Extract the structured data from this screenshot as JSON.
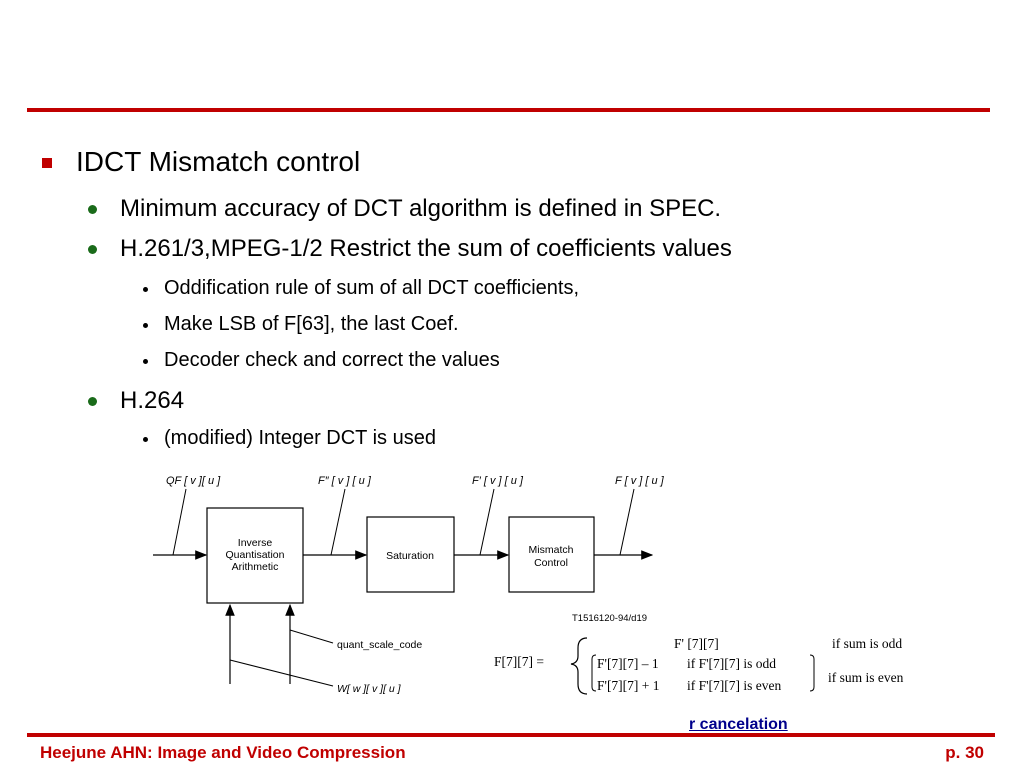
{
  "bullets": {
    "level1": "IDCT Mismatch control",
    "item_accuracy": "Minimum accuracy of DCT algorithm is defined in SPEC.",
    "item_restrict": "H.261/3,MPEG-1/2 Restrict the sum of coefficients values",
    "sub_oddification": "Oddification rule of sum of all DCT coefficients,",
    "sub_lsb": "Make LSB of F[63], the last Coef.",
    "sub_decoder": "Decoder check and correct the values",
    "item_h264": "H.264",
    "sub_integer": "(modified) Integer DCT is used"
  },
  "diagram": {
    "label_qf": "QF [ v ][ u ]",
    "label_f2": "F″ [ v ] [ u ]",
    "label_f1": "F′ [ v ] [ u ]",
    "label_f": "F [ v ] [ u ]",
    "block_inverse_line1": "Inverse",
    "block_inverse_line2": "Quantisation",
    "block_inverse_line3": "Arithmetic",
    "block_saturation": "Saturation",
    "block_mismatch_line1": "Mismatch",
    "block_mismatch_line2": "Control",
    "figure_id": "T1516120-94/d19",
    "label_quant": "quant_scale_code",
    "label_w": "W[ w ][ v ][ u ]"
  },
  "formula": {
    "lhs": "F[7][7]  =",
    "case1": "F' [7][7]",
    "case1_cond": "if sum is odd",
    "case2a": "F'[7][7] – 1",
    "case2a_cond": "if F'[7][7] is odd",
    "case2b": "F'[7][7] + 1",
    "case2b_cond": "if F'[7][7] is even",
    "case2_cond": "if sum is even"
  },
  "link_text": "r cancelation",
  "footer": {
    "left": "Heejune AHN: Image and Video Compression",
    "right": "p. 30"
  },
  "colors": {
    "accent": "#c00000",
    "bullet_green": "#1a6b1a",
    "link": "#00008b"
  }
}
